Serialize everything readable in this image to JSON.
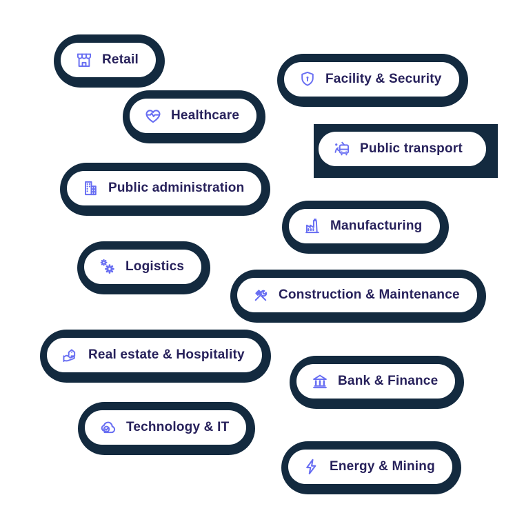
{
  "page": {
    "background": "#ffffff"
  },
  "colors": {
    "chip_shadow": "#132a3f",
    "pill_background": "#ffffff",
    "icon": "#686ef2",
    "label_text": "#27215b"
  },
  "chips": [
    {
      "label": "Retail",
      "icon": "storefront-icon"
    },
    {
      "label": "Facility & Security",
      "icon": "shield-keyhole-icon"
    },
    {
      "label": "Healthcare",
      "icon": "heart-pulse-icon"
    },
    {
      "label": "Public transport",
      "icon": "tram-icon",
      "highlighted_rectangle": true
    },
    {
      "label": "Public administration",
      "icon": "government-building-icon"
    },
    {
      "label": "Manufacturing",
      "icon": "factory-icon"
    },
    {
      "label": "Logistics",
      "icon": "gears-icon"
    },
    {
      "label": "Construction & Maintenance",
      "icon": "hammer-wrench-icon"
    },
    {
      "label": "Real estate & Hospitality",
      "icon": "hand-house-icon"
    },
    {
      "label": "Bank & Finance",
      "icon": "bank-columns-icon"
    },
    {
      "label": "Technology & IT",
      "icon": "cloud-check-icon"
    },
    {
      "label": "Energy & Mining",
      "icon": "lightning-bolt-icon"
    }
  ]
}
